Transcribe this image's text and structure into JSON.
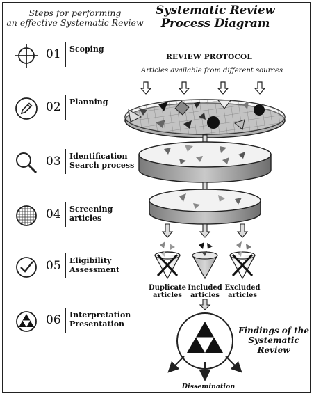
{
  "left_title": [
    "Steps for performing",
    "an effective Systematic Review"
  ],
  "main_title": [
    "Systematic Review",
    "Process Diagram"
  ],
  "protocol_label": "REVIEW PROTOCOL",
  "sources_label": "Articles available from different sources",
  "steps": [
    {
      "number": "01",
      "label_lines": [
        "Scoping"
      ],
      "icon": "crosshair-icon"
    },
    {
      "number": "02",
      "label_lines": [
        "Planning"
      ],
      "icon": "pencil-icon"
    },
    {
      "number": "03",
      "label_lines": [
        "Identification",
        "Search process"
      ],
      "icon": "magnifier-icon"
    },
    {
      "number": "04",
      "label_lines": [
        "Screening",
        "articles"
      ],
      "icon": "grid-globe-icon"
    },
    {
      "number": "05",
      "label_lines": [
        "Eligibility",
        "Assessment"
      ],
      "icon": "checkmark-icon"
    },
    {
      "number": "06",
      "label_lines": [
        "Interpretation",
        "Presentation"
      ],
      "icon": "triangle-emblem-icon"
    }
  ],
  "cones": [
    {
      "label_lines": [
        "Duplicate",
        "articles"
      ],
      "crossed": true
    },
    {
      "label_lines": [
        "Included",
        "articles"
      ],
      "crossed": false
    },
    {
      "label_lines": [
        "Excluded",
        "articles"
      ],
      "crossed": true
    }
  ],
  "findings_label": [
    "Findings of the",
    "Systematic Review"
  ],
  "dissemination_label": "Dissemination"
}
